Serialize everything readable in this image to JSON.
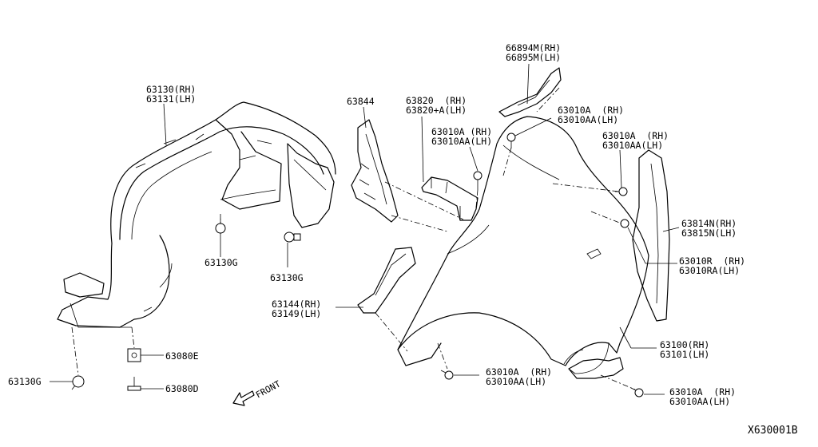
{
  "labels": {
    "l1": "63130(RH)",
    "l2": "63131(LH)",
    "l3": "63130G",
    "l4": "63130G",
    "l5": "63130G",
    "l6": "63080E",
    "l7": "63080D",
    "l8": "63844",
    "l9": "63820  (RH)",
    "l10": "63820+A(LH)",
    "l11": "63010A (RH)",
    "l12": "63010AA(LH)",
    "l13": "66894M(RH)",
    "l14": "66895M(LH)",
    "l15": "63010A  (RH)",
    "l16": "63010AA(LH)",
    "l17": "63010A  (RH)",
    "l18": "63010AA(LH)",
    "l19": "63814N(RH)",
    "l20": "63815N(LH)",
    "l21": "63010R  (RH)",
    "l22": "63010RA(LH)",
    "l23": "63144(RH)",
    "l24": "63149(LH)",
    "l25": "63100(RH)",
    "l26": "63101(LH)",
    "l27": "63010A  (RH)",
    "l28": "63010AA(LH)",
    "l29": "63010A  (RH)",
    "l30": "63010AA(LH)"
  },
  "front_label": "FRONT",
  "diagram_code": "X630001B"
}
